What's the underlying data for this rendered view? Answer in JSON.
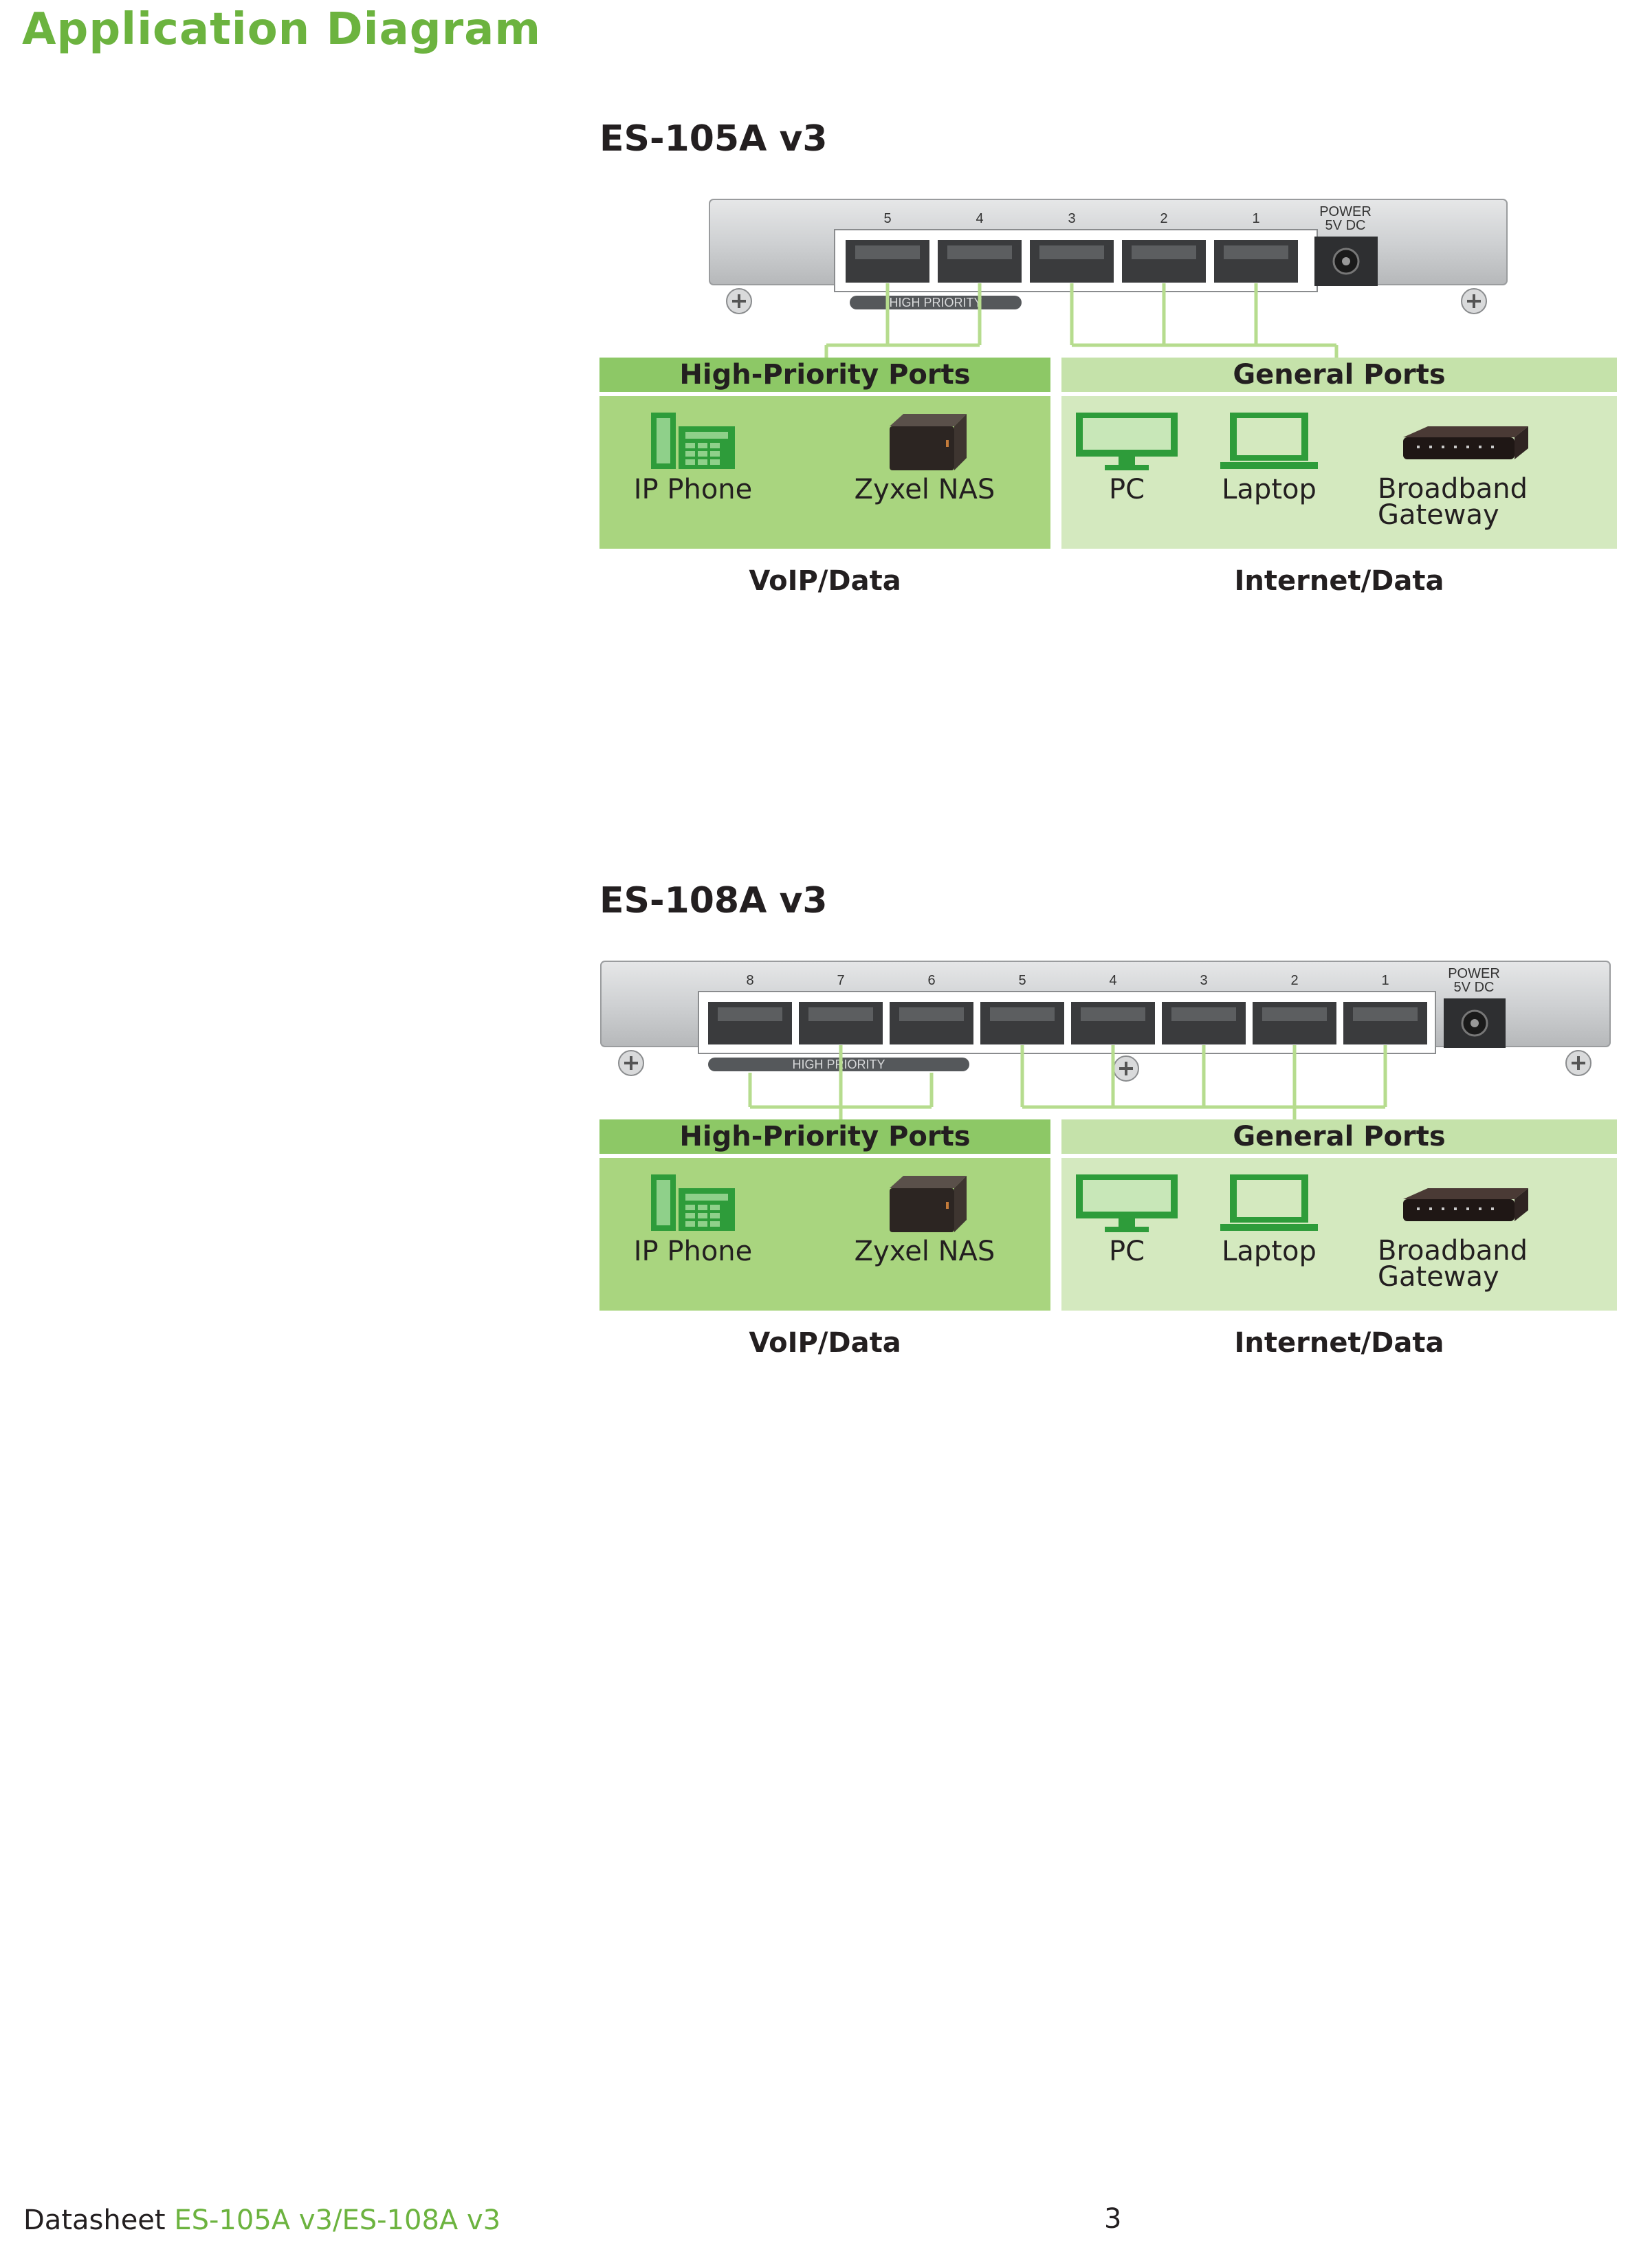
{
  "page_title": "Application Diagram",
  "colors": {
    "brand_green": "#6cb33f",
    "high_priority_header": "#8dc866",
    "high_priority_body": "#a9d57f",
    "general_header": "#c5e2aa",
    "general_body": "#d4e9bf",
    "icon_green": "#2e9c3a"
  },
  "sections": [
    {
      "model": "ES-105A v3",
      "port_numbers": [
        "5",
        "4",
        "3",
        "2",
        "1"
      ],
      "power_label_line1": "POWER",
      "power_label_line2": "5V DC",
      "priority_strip": "HIGH PRIORITY",
      "high_priority_header": "High-Priority Ports",
      "general_header": "General Ports",
      "devices_high": [
        {
          "label": "IP Phone",
          "icon": "ip-phone-icon"
        },
        {
          "label": "Zyxel NAS",
          "icon": "nas-icon"
        }
      ],
      "devices_general": [
        {
          "label": "PC",
          "icon": "pc-monitor-icon"
        },
        {
          "label": "Laptop",
          "icon": "laptop-icon"
        },
        {
          "label": "Broadband\nGateway",
          "icon": "gateway-router-icon"
        }
      ],
      "caption_left": "VoIP/Data",
      "caption_right": "Internet/Data"
    },
    {
      "model": "ES-108A v3",
      "port_numbers": [
        "8",
        "7",
        "6",
        "5",
        "4",
        "3",
        "2",
        "1"
      ],
      "power_label_line1": "POWER",
      "power_label_line2": "5V DC",
      "priority_strip": "HIGH PRIORITY",
      "high_priority_header": "High-Priority Ports",
      "general_header": "General Ports",
      "devices_high": [
        {
          "label": "IP Phone",
          "icon": "ip-phone-icon"
        },
        {
          "label": "Zyxel NAS",
          "icon": "nas-icon"
        }
      ],
      "devices_general": [
        {
          "label": "PC",
          "icon": "pc-monitor-icon"
        },
        {
          "label": "Laptop",
          "icon": "laptop-icon"
        },
        {
          "label": "Broadband\nGateway",
          "icon": "gateway-router-icon"
        }
      ],
      "caption_left": "VoIP/Data",
      "caption_right": "Internet/Data"
    }
  ],
  "footer": {
    "prefix": "Datasheet ",
    "models": "ES-105A v3/ES-108A v3",
    "page_number": "3"
  }
}
